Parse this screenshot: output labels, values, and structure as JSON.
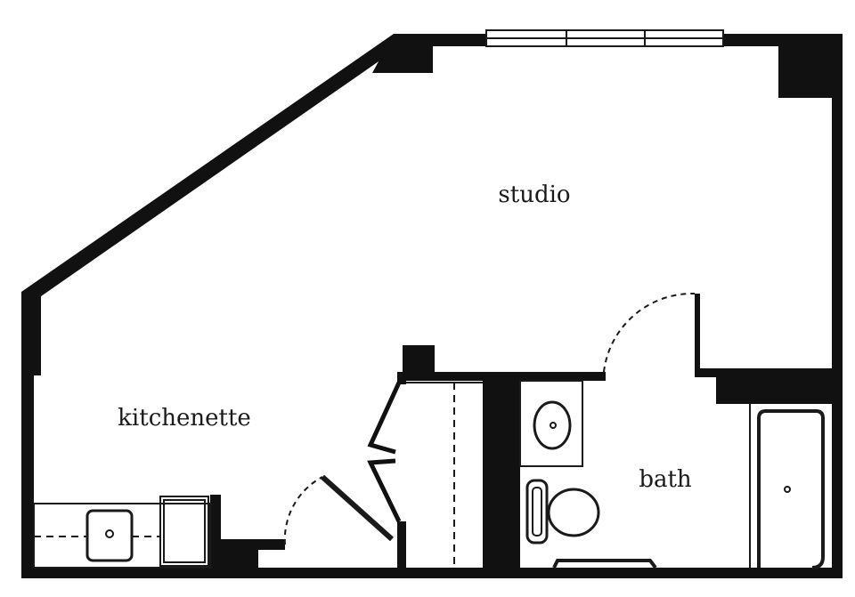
{
  "rooms": {
    "studio": "studio",
    "kitchenette": "kitchenette",
    "bath": "bath"
  },
  "colors": {
    "wall": "#111111",
    "line": "#1a1a1a",
    "background": "#ffffff"
  }
}
